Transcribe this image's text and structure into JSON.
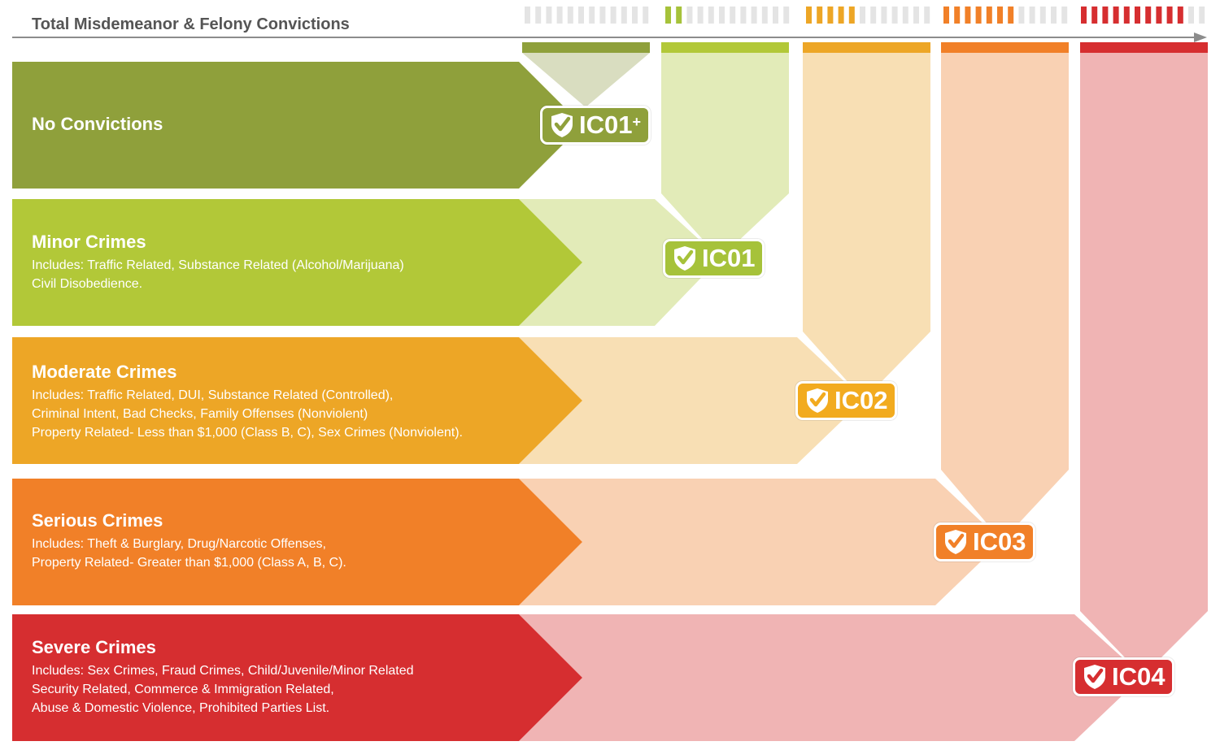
{
  "header": {
    "title": "Total Misdemeanor & Felony Convictions"
  },
  "colors": {
    "ic01_plus": "#8fa03b",
    "ic01": "#b2c838",
    "ic02": "#eda626",
    "ic03": "#f18028",
    "ic04": "#d62e30",
    "meter_inactive": "#e4e4e4",
    "axis": "#888888"
  },
  "meters": [
    {
      "level": "IC01+",
      "filled": 0,
      "total": 12,
      "color": "#8fa03b"
    },
    {
      "level": "IC01",
      "filled": 2,
      "total": 12,
      "color": "#a6c23a"
    },
    {
      "level": "IC02",
      "filled": 5,
      "total": 12,
      "color": "#eda626"
    },
    {
      "level": "IC03",
      "filled": 7,
      "total": 12,
      "color": "#f18028"
    },
    {
      "level": "IC04",
      "filled": 10,
      "total": 12,
      "color": "#d62e30"
    }
  ],
  "categories": [
    {
      "title": "No Convictions",
      "description": [],
      "badge": {
        "text": "IC01",
        "superscript": "+",
        "icon": "check-shield-icon"
      }
    },
    {
      "title": "Minor Crimes",
      "description": [
        "Includes: Traffic Related, Substance Related (Alcohol/Marijuana)",
        "Civil Disobedience."
      ],
      "badge": {
        "text": "IC01",
        "superscript": "",
        "icon": "check-shield-icon"
      }
    },
    {
      "title": "Moderate Crimes",
      "description": [
        "Includes: Traffic Related, DUI, Substance Related (Controlled),",
        "Criminal Intent, Bad Checks, Family Offenses (Nonviolent)",
        "Property Related- Less than $1,000 (Class B, C), Sex Crimes (Nonviolent)."
      ],
      "badge": {
        "text": "IC02",
        "superscript": "",
        "icon": "check-shield-icon"
      }
    },
    {
      "title": "Serious Crimes",
      "description": [
        "Includes: Theft & Burglary, Drug/Narcotic Offenses,",
        "Property Related- Greater than $1,000 (Class A, B, C)."
      ],
      "badge": {
        "text": "IC03",
        "superscript": "",
        "icon": "check-shield-icon"
      }
    },
    {
      "title": "Severe Crimes",
      "description": [
        "Includes: Sex Crimes, Fraud Crimes, Child/Juvenile/Minor Related",
        "Security Related, Commerce & Immigration Related,",
        "Abuse & Domestic Violence, Prohibited Parties List."
      ],
      "badge": {
        "text": "IC04",
        "superscript": "",
        "icon": "check-shield-icon"
      }
    }
  ]
}
